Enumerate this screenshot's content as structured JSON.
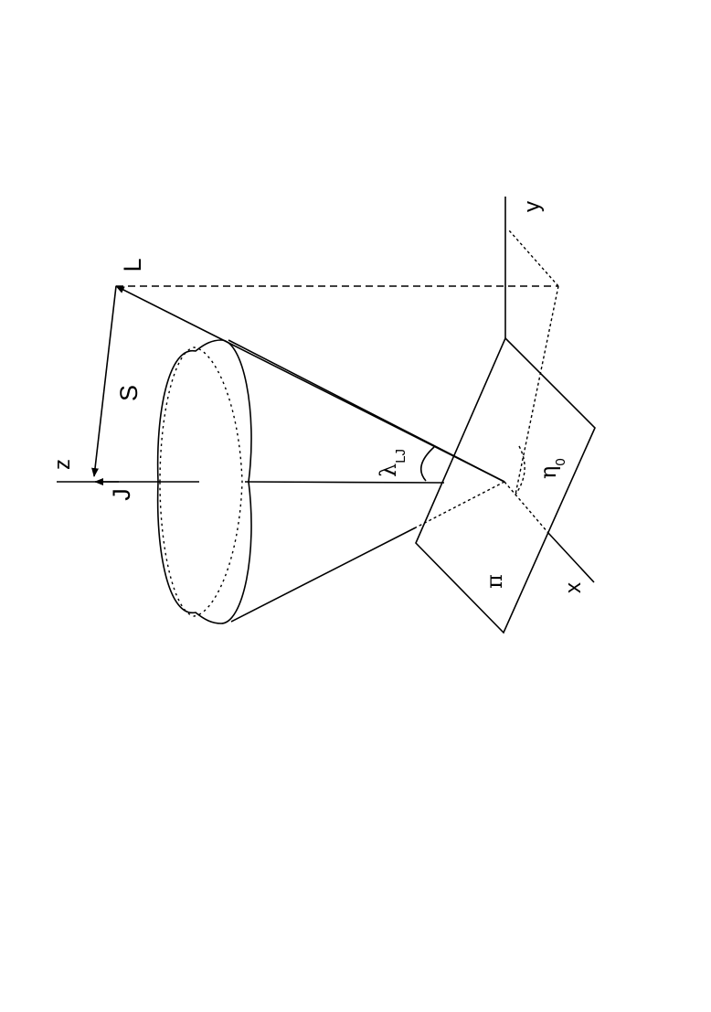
{
  "labels": {
    "L": "L",
    "S": "S",
    "J": "J",
    "z": "z",
    "y": "y",
    "x": "x",
    "pi": "π",
    "lambda": "λ",
    "lambda_sub": "LJ",
    "eta": "η",
    "eta_sub": "0"
  },
  "colors": {
    "stroke": "#000000",
    "background": "#ffffff"
  }
}
